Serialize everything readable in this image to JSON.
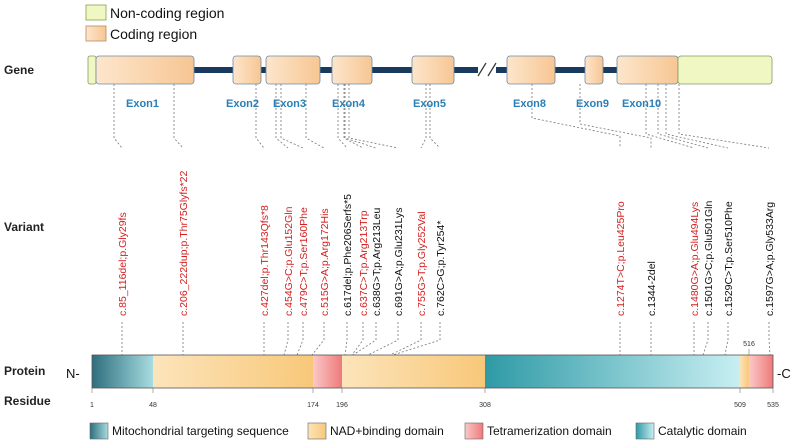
{
  "legend_top": [
    {
      "id": "noncoding",
      "label": "Non-coding region",
      "color": "#f1f7c2"
    },
    {
      "id": "coding",
      "label": "Coding region",
      "color": "#fbd2a8"
    }
  ],
  "rows": {
    "gene": "Gene",
    "variant": "Variant",
    "protein": "Protein",
    "residue": "Residue"
  },
  "exons": [
    "Exon1",
    "Exon2",
    "Exon3",
    "Exon4",
    "Exon5",
    "Exon8",
    "Exon9",
    "Exon10"
  ],
  "variants": [
    {
      "text": "c.85_116del;p.Gly29fs",
      "color": "red"
    },
    {
      "text": "c.206_222dup;p.Thr75Glyfs*22",
      "color": "red"
    },
    {
      "text": "c.427del;p.Thr143Qfs*8",
      "color": "red"
    },
    {
      "text": "c.454G>C;p.Glu152Gln",
      "color": "red"
    },
    {
      "text": "c.479C>T;p.Ser160Phe",
      "color": "red"
    },
    {
      "text": "c.515G>A;p.Arg172His",
      "color": "red"
    },
    {
      "text": "c.617del;p.Phe206Serfs*5",
      "color": "black"
    },
    {
      "text": "c.637C>T;p.Arg213Trp",
      "color": "red"
    },
    {
      "text": "c.638G>T;p.Arg213Leu",
      "color": "black"
    },
    {
      "text": "c.691G>A;p.Glu231Lys",
      "color": "black"
    },
    {
      "text": "c.755G>T;p.Gly252Val",
      "color": "red"
    },
    {
      "text": "c.762C>G;p.Tyr254*",
      "color": "black"
    },
    {
      "text": "c.1274T>C;p.Leu425Pro",
      "color": "red"
    },
    {
      "text": "c.1344-2del",
      "color": "black"
    },
    {
      "text": "c.1480G>A;p.Glu494Lys",
      "color": "red"
    },
    {
      "text": "c.1501G>C;p.Glu501Gln",
      "color": "black"
    },
    {
      "text": "c.1529C>T;p.Ser510Phe",
      "color": "black"
    },
    {
      "text": "c.1597G>A;p.Gly533Arg",
      "color": "black"
    }
  ],
  "protein": {
    "n_term": "N-",
    "c_term": "-C"
  },
  "domains": [
    {
      "name": "Mitochondrial targeting sequence",
      "start": 1,
      "end": 48,
      "color_a": "#2e6e7e",
      "color_b": "#a7dce0"
    },
    {
      "name": "NAD+binding domain",
      "start": 48,
      "end": 174,
      "color_a": "#fce4bb",
      "color_b": "#f8c879"
    },
    {
      "name": "Tetramerization domain",
      "start": 174,
      "end": 196,
      "color_a": "#fbc8c8",
      "color_b": "#ee7a7a"
    },
    {
      "name": "NAD+binding domain",
      "start": 196,
      "end": 308,
      "color_a": "#fce4bb",
      "color_b": "#f8c879"
    },
    {
      "name": "Catalytic domain",
      "start": 308,
      "end": 509,
      "color_a": "#2e9aa6",
      "color_b": "#c8eff2"
    },
    {
      "name": "NAD+binding domain",
      "start": 509,
      "end": 516,
      "color_a": "#fce4bb",
      "color_b": "#f8c879"
    },
    {
      "name": "Tetramerization domain",
      "start": 516,
      "end": 535,
      "color_a": "#fbc8c8",
      "color_b": "#ee7a7a"
    }
  ],
  "residue_ticks": [
    "1",
    "48",
    "174",
    "196",
    "308",
    "509",
    "516",
    "535"
  ],
  "legend_bottom": [
    {
      "label": "Mitochondrial targeting sequence",
      "color_a": "#2e6e7e",
      "color_b": "#a7dce0"
    },
    {
      "label": "NAD+binding domain",
      "color_a": "#fce4bb",
      "color_b": "#f8c879"
    },
    {
      "label": "Tetramerization domain",
      "color_a": "#fbc8c8",
      "color_b": "#ee7a7a"
    },
    {
      "label": "Catalytic domain",
      "color_a": "#2e9aa6",
      "color_b": "#c8eff2"
    }
  ]
}
